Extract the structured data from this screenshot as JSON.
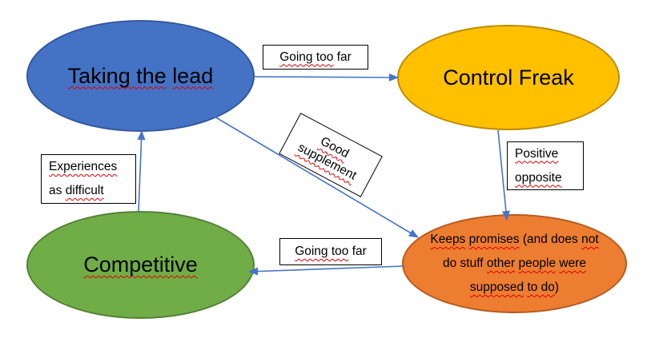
{
  "colors": {
    "background": "#FFFFFF",
    "arrow": "#4573C9",
    "squiggle": "#E00000",
    "label_box_bg": "#FFFFFF",
    "label_box_border": "#000000"
  },
  "nodes": {
    "taking_the_lead": {
      "label": "Taking the lead",
      "fill": "#4472C4",
      "border": "#34579E",
      "segments": [
        {
          "text": "Taking the",
          "misspelled": true
        },
        {
          "text": " "
        },
        {
          "text": "lead",
          "misspelled": true
        }
      ]
    },
    "control_freak": {
      "label": "Control Freak",
      "fill": "#FFC000",
      "border": "#BC8C00",
      "segments": [
        {
          "text": "Control Freak"
        }
      ]
    },
    "competitive": {
      "label": "Competitive",
      "fill": "#70AD47",
      "border": "#538234",
      "segments": [
        {
          "text": "Competitive",
          "misspelled": true
        }
      ]
    },
    "keeps_promises": {
      "label": "Keeps promises (and does not do stuff other people were supposed to do)",
      "fill": "#ED7D31",
      "border": "#B55A1E",
      "segments": [
        {
          "text": "Keeps",
          "misspelled": true
        },
        {
          "text": " "
        },
        {
          "text": "promises",
          "misspelled": true
        },
        {
          "text": " (and does "
        },
        {
          "text": "not",
          "misspelled": true
        },
        {
          "br": true
        },
        {
          "text": "do stuff "
        },
        {
          "text": "other",
          "misspelled": true
        },
        {
          "text": " "
        },
        {
          "text": "people",
          "misspelled": true
        },
        {
          "text": " "
        },
        {
          "text": "were",
          "misspelled": true
        },
        {
          "br": true
        },
        {
          "text": "supposed",
          "misspelled": true
        },
        {
          "text": " "
        },
        {
          "text": "to do",
          "misspelled": true
        },
        {
          "text": ")"
        }
      ]
    }
  },
  "edge_labels": {
    "going_too_far_top": {
      "label": "Going too far",
      "segments": [
        {
          "text": "Going too",
          "misspelled": true
        },
        {
          "text": " far"
        }
      ]
    },
    "good_supplement": {
      "label": "Good supplement",
      "segments": [
        {
          "text": "Good",
          "misspelled": true
        },
        {
          "br": true
        },
        {
          "text": "supplement",
          "misspelled": true
        }
      ]
    },
    "experiences_as_difficult": {
      "label": "Experiences as difficult",
      "segments": [
        {
          "text": "Experiences",
          "misspelled": true
        },
        {
          "br": true
        },
        {
          "text": "as "
        },
        {
          "text": "difficult",
          "misspelled": true
        }
      ]
    },
    "positive_opposite": {
      "label": "Positive opposite",
      "segments": [
        {
          "text": "Positive",
          "misspelled": true
        },
        {
          "br": true
        },
        {
          "text": "opposite",
          "misspelled": true
        }
      ]
    },
    "going_too_far_bottom": {
      "label": "Going too far",
      "segments": [
        {
          "text": "Going too",
          "misspelled": true
        },
        {
          "text": " far"
        }
      ]
    }
  },
  "edges": [
    {
      "from": "taking_the_lead",
      "to": "control_freak",
      "label": "Going too far"
    },
    {
      "from": "taking_the_lead",
      "to": "keeps_promises",
      "label": "Good supplement"
    },
    {
      "from": "control_freak",
      "to": "keeps_promises",
      "label": "Positive opposite"
    },
    {
      "from": "keeps_promises",
      "to": "competitive",
      "label": "Going too far"
    },
    {
      "from": "competitive",
      "to": "taking_the_lead",
      "label": "Experiences as difficult"
    }
  ]
}
